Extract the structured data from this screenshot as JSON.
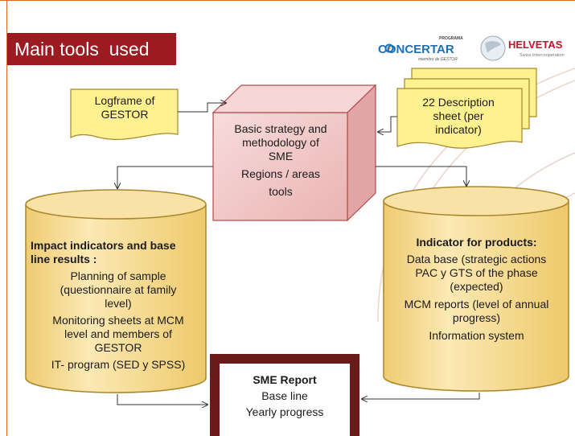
{
  "slide": {
    "title": "Main tools  used",
    "colors": {
      "title_bar": "#9b1b20",
      "note_fill": "#fff090",
      "cube_fill": "#f0c4c4",
      "cylinder_fill": "#f7df9a",
      "report_border": "#6b1a1a"
    }
  },
  "logos": {
    "concertar": {
      "small_top": "PROGRAMA",
      "name": "CONCERTAR",
      "sub": "miembro de GESTOR"
    },
    "helvetas": {
      "name": "HELVETAS",
      "sub": "Swiss Intercooperation"
    }
  },
  "diagram": {
    "logframe": {
      "line1": "Logframe of",
      "line2": "GESTOR"
    },
    "description_sheet": {
      "line1": "22 Description",
      "line2": "sheet (per",
      "line3": "indicator)"
    },
    "center": {
      "line1": "Basic strategy and",
      "line2": "methodology of",
      "line3": "SME",
      "line4": "Regions / areas",
      "line5": "tools"
    },
    "left_cylinder": {
      "heading1": "Impact indicators and base",
      "heading2": "line results :",
      "item1_l1": "Planning of sample",
      "item1_l2": "(questionnaire at family",
      "item1_l3": "level)",
      "item2_l1": "Monitoring sheets at MCM",
      "item2_l2": "level and members of",
      "item2_l3": "GESTOR",
      "item3": "IT- program (SED y SPSS)"
    },
    "right_cylinder": {
      "heading": "Indicator for products:",
      "item1_l1": "Data base (strategic actions",
      "item1_l2": "PAC y GTS of the phase",
      "item1_l3": "(expected)",
      "item2_l1": "MCM reports (level of annual",
      "item2_l2": "progress)",
      "item3": "Information system"
    },
    "report": {
      "title": "SME Report",
      "line1": "Base line",
      "line2": "Yearly progress"
    }
  }
}
